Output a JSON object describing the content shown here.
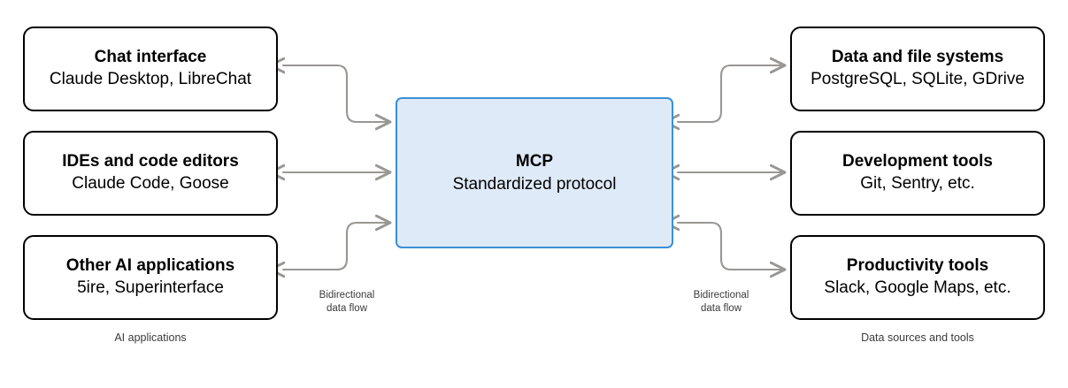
{
  "diagram": {
    "hub": {
      "title": "MCP",
      "subtitle": "Standardized protocol",
      "fill_color": "#dfeaf8",
      "border_color": "#3b8fd6"
    },
    "left_group": {
      "caption": "AI applications",
      "flow_label": "Bidirectional\ndata flow",
      "nodes": [
        {
          "title": "Chat interface",
          "subtitle": "Claude Desktop, LibreChat"
        },
        {
          "title": "IDEs and code editors",
          "subtitle": "Claude Code, Goose"
        },
        {
          "title": "Other AI applications",
          "subtitle": "5ire, Superinterface"
        }
      ]
    },
    "right_group": {
      "caption": "Data sources and tools",
      "flow_label": "Bidirectional\ndata flow",
      "nodes": [
        {
          "title": "Data and file systems",
          "subtitle": "PostgreSQL, SQLite, GDrive"
        },
        {
          "title": "Development tools",
          "subtitle": "Git, Sentry, etc."
        },
        {
          "title": "Productivity tools",
          "subtitle": "Slack, Google Maps, etc."
        }
      ]
    },
    "connector_color": "#999792"
  }
}
